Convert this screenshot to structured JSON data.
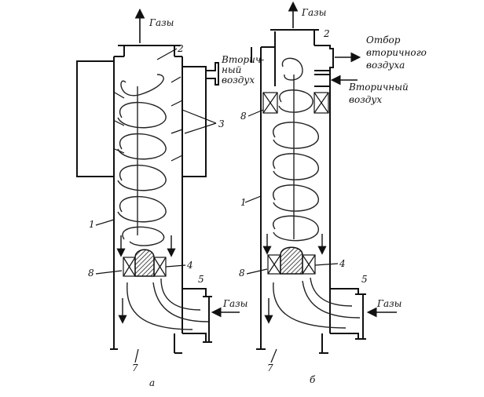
{
  "diagram_a": {
    "gases_top": "Газы",
    "secondary_air": [
      "Вторич-",
      "ный",
      "воздух"
    ],
    "gases_in": "Газы",
    "caption": "а",
    "labels": {
      "n1": "1",
      "n2": "2",
      "n3": "3",
      "n4": "4",
      "n5": "5",
      "n7": "7",
      "n8": "8"
    }
  },
  "diagram_b": {
    "gases_top": "Газы",
    "secondary_air_off": [
      "Отбор",
      "вторичного",
      "воздуха"
    ],
    "secondary_air": [
      "Вторичный",
      "воздух"
    ],
    "gases_in": "Газы",
    "caption": "б",
    "labels": {
      "n1": "1",
      "n2": "2",
      "n4": "4",
      "n5": "5",
      "n7": "7",
      "n8": "8"
    }
  }
}
